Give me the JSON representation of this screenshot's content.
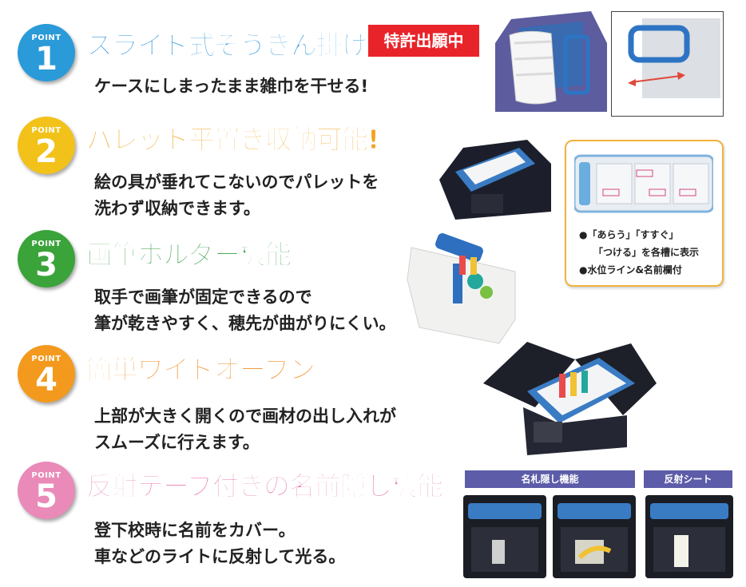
{
  "points": [
    {
      "label": "POINT",
      "number": "1",
      "title": "スライド式ぞうきん掛け",
      "lines": [
        "ケースにしまったまま雑巾を干せる!"
      ]
    },
    {
      "label": "POINT",
      "number": "2",
      "title": "パレット平置き収納可能!",
      "lines": [
        "絵の具が垂れてこないのでパレットを",
        "洗わず収納できます。"
      ]
    },
    {
      "label": "POINT",
      "number": "3",
      "title": "画筆ホルダー機能",
      "lines": [
        "取手で画筆が固定できるので",
        "筆が乾きやすく、穂先が曲がりにくい。"
      ]
    },
    {
      "label": "POINT",
      "number": "4",
      "title": "簡単ワイドオープン",
      "lines": [
        "上部が大きく開くので画材の出し入れが",
        "スムーズに行えます。"
      ]
    },
    {
      "label": "POINT",
      "number": "5",
      "title": "反射テープ付きの名前隠し機能",
      "lines": [
        "登下校時に名前をカバー。",
        "車などのライトに反射して光る。"
      ]
    }
  ],
  "patent_badge": "特許出願中",
  "palette_notes": [
    "●「あらう」「すすぐ」",
    "「つける」を各槽に表示",
    "●水位ライン&名前欄付"
  ],
  "strips": {
    "name_hide": "名札隠し機能",
    "reflect": "反射シート"
  },
  "colors": {
    "p1": "#2a9ad8",
    "p2": "#f2c21a",
    "p3": "#3aa33a",
    "p4": "#f39a1e",
    "p5": "#e98ab8",
    "patent": "#e8242a",
    "strip": "#5c5ca8"
  }
}
